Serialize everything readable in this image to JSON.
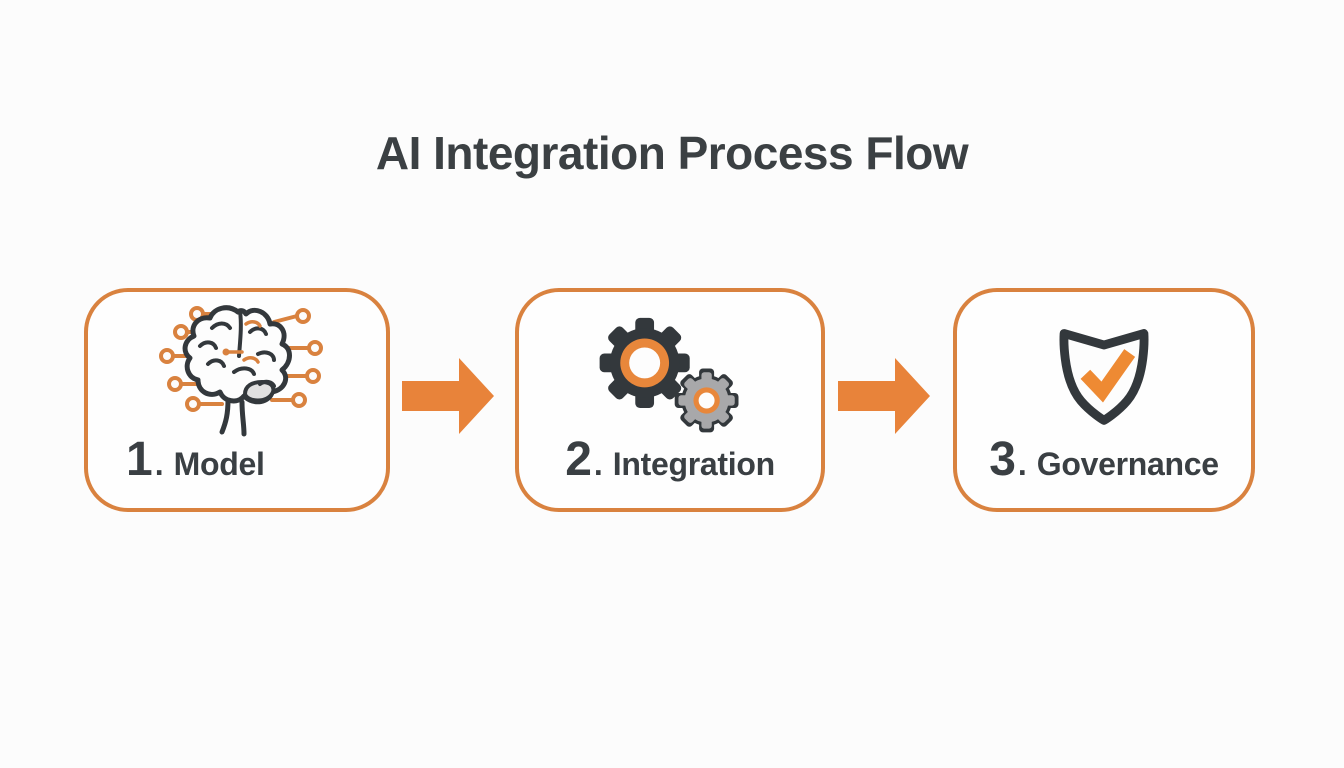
{
  "title": "AI Integration Process Flow",
  "steps": [
    {
      "number": "1",
      "separator": ".",
      "label": "Model",
      "icon": "brain-circuit-icon"
    },
    {
      "number": "2",
      "separator": ".",
      "label": "Integration",
      "icon": "gears-icon"
    },
    {
      "number": "3",
      "separator": ".",
      "label": "Governance",
      "icon": "shield-check-icon"
    }
  ],
  "connectors": [
    {
      "type": "arrow-right"
    },
    {
      "type": "arrow-right"
    }
  ],
  "colors": {
    "background": "#FCFCFC",
    "box_border_orange": "#D9823F",
    "arrow_orange": "#E8833A",
    "circuit_orange": "#D9823F",
    "gear_ring_orange": "#E8873B",
    "check_orange": "#EE8A33",
    "icon_dark": "#33383C",
    "text_dark": "#3A3F43",
    "gear_gray": "#A8A8AA"
  }
}
